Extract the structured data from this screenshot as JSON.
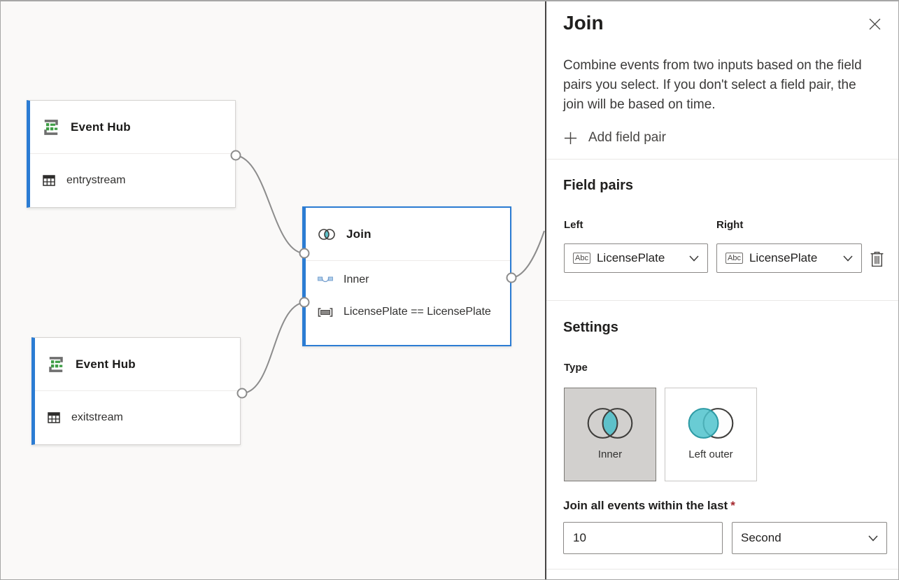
{
  "canvas": {
    "nodes": [
      {
        "title": "Event Hub",
        "subtitle": "entrystream"
      },
      {
        "title": "Join",
        "join_type_row": "Inner",
        "condition_row": "LicensePlate == LicensePlate"
      },
      {
        "title": "Event Hub",
        "subtitle": "exitstream"
      }
    ]
  },
  "panel": {
    "title": "Join",
    "description": "Combine events from two inputs based on the field pairs you select. If you don't select a field pair, the join will be based on time.",
    "add_field_pair": "Add field pair",
    "field_pairs": {
      "heading": "Field pairs",
      "left_label": "Left",
      "right_label": "Right",
      "left_value": "LicensePlate",
      "right_value": "LicensePlate",
      "type_badge": "Abc"
    },
    "settings": {
      "heading": "Settings",
      "type_label": "Type",
      "join_types": [
        {
          "label": "Inner",
          "selected": true
        },
        {
          "label": "Left outer",
          "selected": false
        }
      ],
      "selected_join_type": "Inner",
      "window_label": "Join all events within the last",
      "required_marker": "*",
      "window_value": "10",
      "window_unit": "Second"
    }
  },
  "colors": {
    "accent_blue": "#2b7cd3",
    "teal_fill": "#5ec1ca",
    "teal_stroke": "#2e9ba5",
    "required_red": "#a4262c"
  }
}
